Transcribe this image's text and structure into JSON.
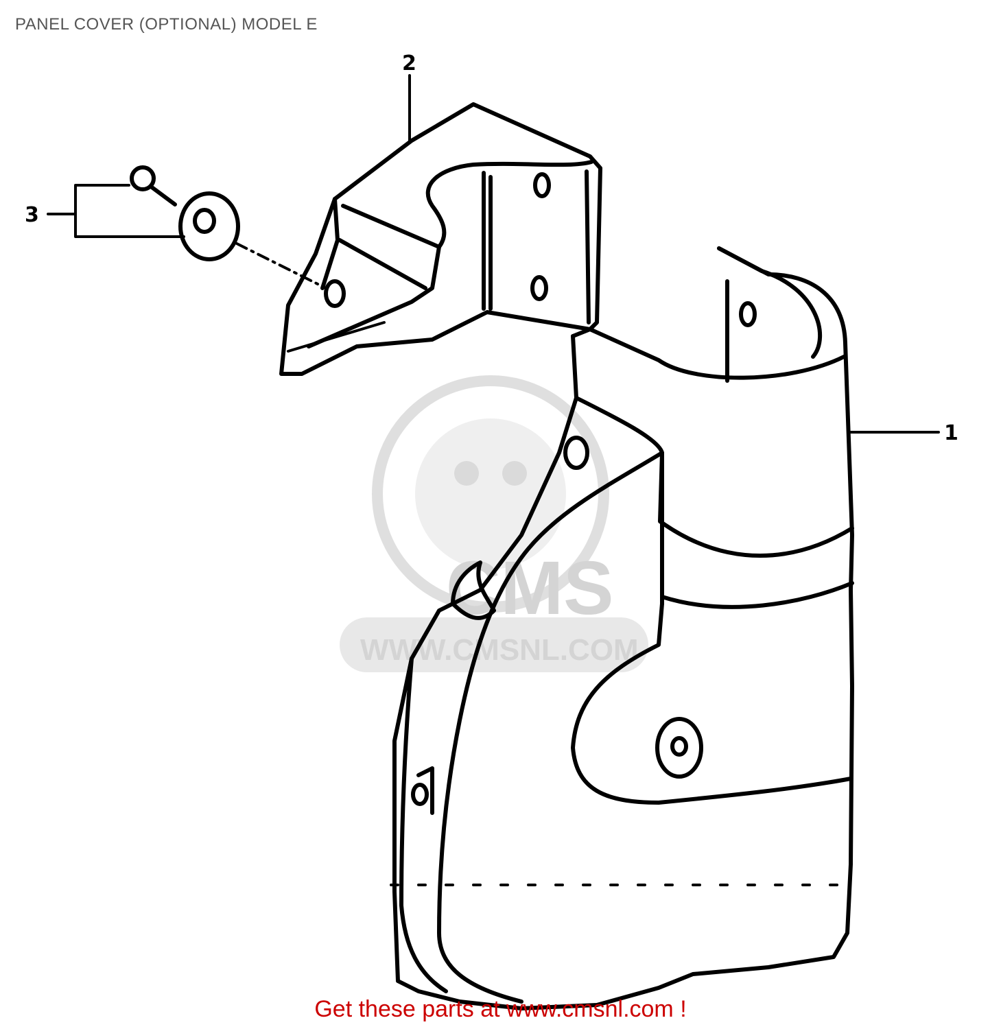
{
  "header": {
    "title": "PANEL COVER (OPTIONAL) MODEL E"
  },
  "callouts": [
    {
      "id": "1",
      "label": "1"
    },
    {
      "id": "2",
      "label": "2"
    },
    {
      "id": "3",
      "label": "3"
    }
  ],
  "watermark": {
    "brand": "CMS",
    "url": "WWW.CMSNL.COM"
  },
  "footer": {
    "text": "Get these parts at www.cmsnl.com !"
  },
  "colors": {
    "footer": "#cc0000",
    "title": "#555555",
    "watermark": "#d0d0d0"
  }
}
